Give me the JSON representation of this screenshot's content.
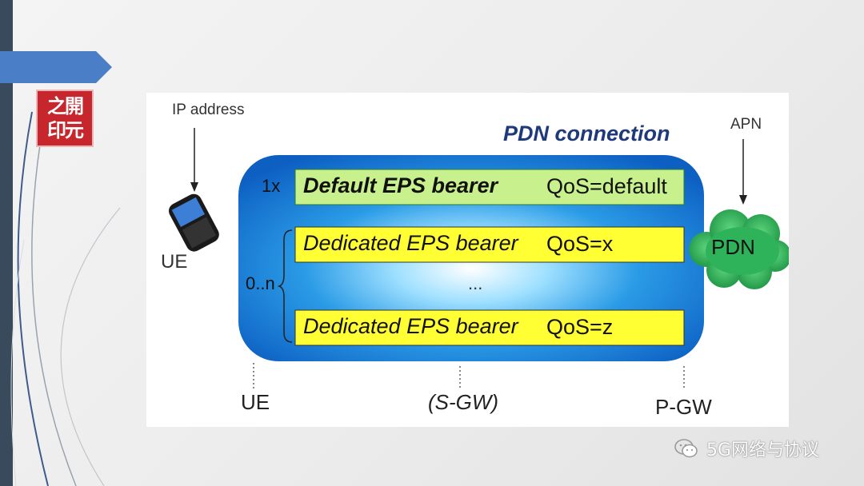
{
  "diagram": {
    "ip_address_label": "IP address",
    "pdn_connection_label": "PDN connection",
    "apn_label": "APN",
    "ue_device_label": "UE",
    "pdn_label": "PDN",
    "default_multiplicity": "1x",
    "dedicated_multiplicity": "0..n",
    "ellipsis": "...",
    "bearers": [
      {
        "name": "Default EPS bearer",
        "qos": "QoS=default"
      },
      {
        "name": "Dedicated EPS bearer",
        "qos": "QoS=x"
      },
      {
        "name": "Dedicated EPS bearer",
        "qos": "QoS=z"
      }
    ],
    "nodes": [
      "UE",
      "(S-GW)",
      "P-GW"
    ]
  },
  "seal_text": [
    "之開",
    "印元"
  ],
  "watermark": "5G网络与协议",
  "colors": {
    "left_bar": "#394a5c",
    "banner": "#4a7fc8",
    "pdn_connection_text": "#1f3a7a",
    "default_bearer": "#c8f08c",
    "dedicated_bearer": "#ffff33",
    "pdn_cloud": "#2fb35a",
    "seal": "#c7262c"
  }
}
